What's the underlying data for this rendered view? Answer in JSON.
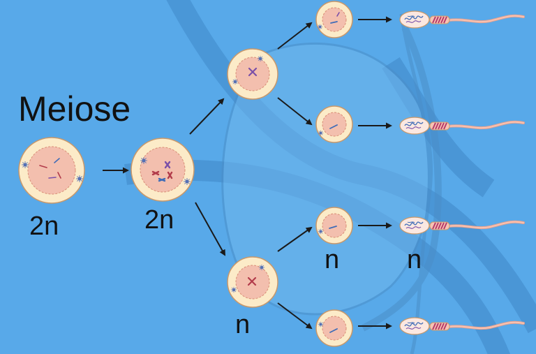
{
  "title": "Meiose",
  "ploidy_labels": {
    "parent_cell": "2n",
    "replicated_cell": "2n",
    "secondary_cell": "n",
    "haploid_cell": "n",
    "sperm_cell": "n"
  },
  "colors": {
    "background": "#58a9e9",
    "cell_membrane": "#fcebc8",
    "cell_outline": "#c9986a",
    "nucleus": "#f3bfae",
    "sperm_tail": "#f7c3b3",
    "watermark": "#3f88c8"
  },
  "icons": [
    "arrow-right-icon",
    "centrosome-icon",
    "chromosome-icon",
    "sperm-icon",
    "testis-watermark-icon",
    "dna-helix-watermark-icon"
  ]
}
